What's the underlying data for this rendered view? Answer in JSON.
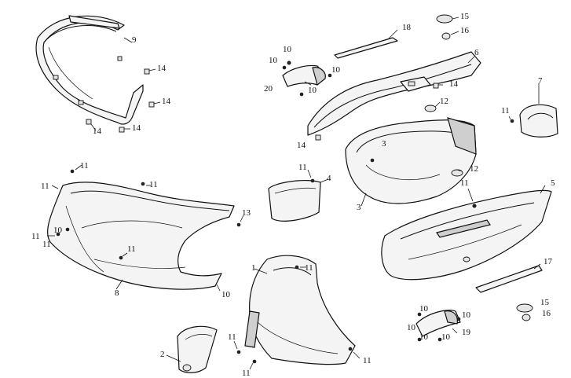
{
  "callouts": [
    {
      "id": "c1",
      "text": "1"
    },
    {
      "id": "c2",
      "text": "2"
    },
    {
      "id": "c3",
      "text": "3"
    },
    {
      "id": "c3b",
      "text": "3"
    },
    {
      "id": "c4",
      "text": "4"
    },
    {
      "id": "c5",
      "text": "5"
    },
    {
      "id": "c6",
      "text": "6"
    },
    {
      "id": "c7",
      "text": "7"
    },
    {
      "id": "c8",
      "text": "8"
    },
    {
      "id": "c9",
      "text": "9"
    },
    {
      "id": "c10a",
      "text": "10"
    },
    {
      "id": "c10b",
      "text": "10"
    },
    {
      "id": "c10c",
      "text": "10"
    },
    {
      "id": "c10d",
      "text": "10"
    },
    {
      "id": "c10e",
      "text": "10"
    },
    {
      "id": "c10f",
      "text": "10"
    },
    {
      "id": "c10g",
      "text": "10"
    },
    {
      "id": "c10h",
      "text": "10"
    },
    {
      "id": "c10i",
      "text": "10"
    },
    {
      "id": "c10j",
      "text": "10"
    },
    {
      "id": "c10k",
      "text": "10"
    },
    {
      "id": "c11a",
      "text": "11"
    },
    {
      "id": "c11b",
      "text": "11"
    },
    {
      "id": "c11c",
      "text": "11"
    },
    {
      "id": "c11d",
      "text": "11"
    },
    {
      "id": "c11e",
      "text": "11"
    },
    {
      "id": "c11f",
      "text": "11"
    },
    {
      "id": "c11g",
      "text": "11"
    },
    {
      "id": "c11h",
      "text": "11"
    },
    {
      "id": "c11i",
      "text": "11"
    },
    {
      "id": "c11j",
      "text": "11"
    },
    {
      "id": "c11k",
      "text": "11"
    },
    {
      "id": "c11l",
      "text": "11"
    },
    {
      "id": "c11m",
      "text": "11"
    },
    {
      "id": "c12a",
      "text": "12"
    },
    {
      "id": "c12b",
      "text": "12"
    },
    {
      "id": "c13",
      "text": "13"
    },
    {
      "id": "c14a",
      "text": "14"
    },
    {
      "id": "c14b",
      "text": "14"
    },
    {
      "id": "c14c",
      "text": "14"
    },
    {
      "id": "c14d",
      "text": "14"
    },
    {
      "id": "c14e",
      "text": "14"
    },
    {
      "id": "c14f",
      "text": "14"
    },
    {
      "id": "c15a",
      "text": "15"
    },
    {
      "id": "c15b",
      "text": "15"
    },
    {
      "id": "c16a",
      "text": "16"
    },
    {
      "id": "c16b",
      "text": "16"
    },
    {
      "id": "c17",
      "text": "17"
    },
    {
      "id": "c18",
      "text": "18"
    },
    {
      "id": "c19",
      "text": "19"
    },
    {
      "id": "c20",
      "text": "20"
    }
  ]
}
